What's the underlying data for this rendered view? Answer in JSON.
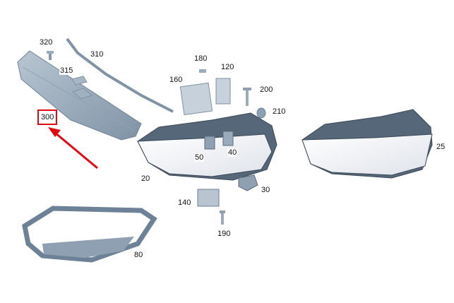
{
  "diagram": {
    "highlight_color": "#e30613",
    "highlighted_part": "300",
    "labels": {
      "p320": "320",
      "p310": "310",
      "p315": "315",
      "p300": "300",
      "p180": "180",
      "p120": "120",
      "p160": "160",
      "p200": "200",
      "p210": "210",
      "p50": "50",
      "p40": "40",
      "p20": "20",
      "p30": "30",
      "p140": "140",
      "p190": "190",
      "p80": "80",
      "p25": "25"
    }
  }
}
